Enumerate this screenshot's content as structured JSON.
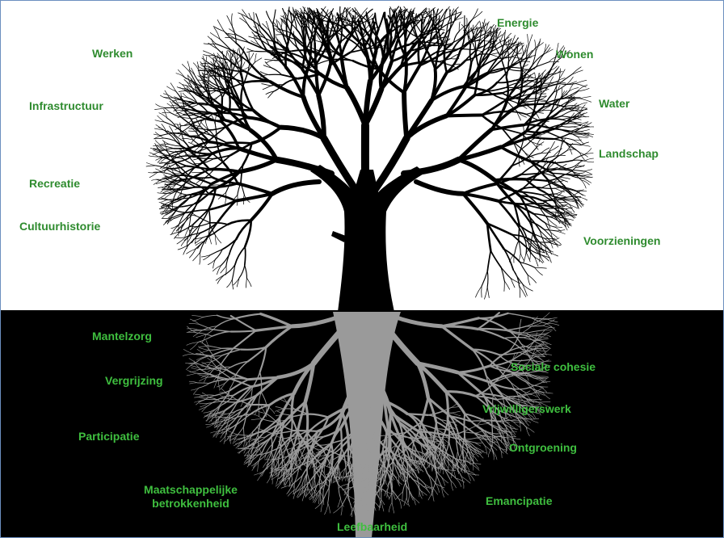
{
  "colors": {
    "above_label": "#2e8b2e",
    "below_label": "#3fbf3f",
    "tree": "#000000",
    "roots": "#9a9a9a",
    "ground": "#000000",
    "sky": "#ffffff",
    "frame": "#6b8fbf"
  },
  "above_ground": {
    "werken": "Werken",
    "infrastructuur": "Infrastructuur",
    "recreatie": "Recreatie",
    "cultuurhistorie": "Cultuurhistorie",
    "energie": "Energie",
    "wonen": "Wonen",
    "water": "Water",
    "landschap": "Landschap",
    "voorzieningen": "Voorzieningen"
  },
  "below_ground": {
    "mantelzorg": "Mantelzorg",
    "vergrijzing": "Vergrijzing",
    "participatie": "Participatie",
    "maatschappelijke": "Maatschappelijke",
    "betrokkenheid": "betrokkenheid",
    "sociale_cohesie": "Sociale cohesie",
    "vrijwilligerswerk": "Vrijwilligerswerk",
    "ontgroening": "Ontgroening",
    "emancipatie": "Emancipatie",
    "leefbaarheid": "Leefbaarheid"
  }
}
